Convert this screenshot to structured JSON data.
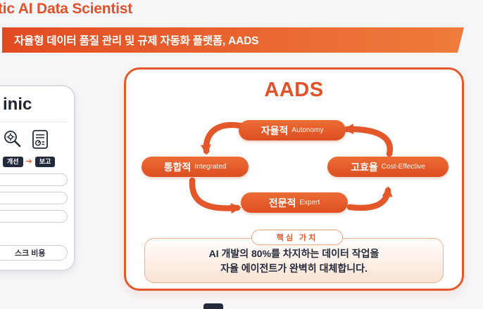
{
  "colors": {
    "accent": "#E4572A",
    "banner_gradient_start": "#E24B22",
    "banner_gradient_end": "#EF7C3C",
    "dark_navy": "#242A3D",
    "text_dark": "#252B3B",
    "card_border_gray": "#D8DBE1",
    "core_box_bg_end": "#FAE3D3"
  },
  "icons": {
    "analysis_icon": "magnifier-with-gear",
    "report_icon": "document-report",
    "flow_arrow_glyph": "➔"
  },
  "header": {
    "title": "tic AI Data Scientist",
    "banner": "자율형 데이터 품질 관리 및 규제 자동화 플랫폼, AADS"
  },
  "left_card": {
    "title": "inic",
    "flow": {
      "step1": "개선",
      "arrow": "➔",
      "step2": "보고"
    },
    "risk_field": "스크 비용"
  },
  "aads_card": {
    "title": "AADS",
    "pills": {
      "top": {
        "ko": "자율적",
        "en": "Autonomy"
      },
      "left": {
        "ko": "통합적",
        "en": "Integrated"
      },
      "right": {
        "ko": "고효율",
        "en": "Cost-Effective"
      },
      "bottom": {
        "ko": "전문적",
        "en": "Expert"
      }
    },
    "core_value_label": "핵심 가치",
    "core_value_line1": "AI 개발의 80%를 차지하는 데이터 작업을",
    "core_value_line2": "자율 에이전트가 완벽히 대체합니다."
  }
}
